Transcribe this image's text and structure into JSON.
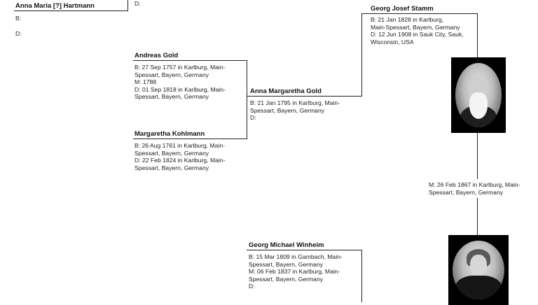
{
  "people": {
    "anna_maria": {
      "name": "Anna Maria [?] Hartmann",
      "birth": "B:",
      "death": "D:"
    },
    "top_partial": {
      "death": "D:"
    },
    "andreas": {
      "name": "Andreas Gold",
      "details": "B: 27 Sep 1757 in Karlburg, Main-\nSpessart, Bayern, Germany\nM: 1788\nD: 01 Sep 1818 in Karlburg, Main-\nSpessart, Bayern, Germany"
    },
    "margaretha": {
      "name": "Margaretha Kohlmann",
      "details": "B: 26 Aug 1761 in Karlburg, Main-\nSpessart, Bayern, Germany\nD: 22 Feb 1824 in Karlburg, Main-\nSpessart, Bayern, Germany"
    },
    "anna_margaretha": {
      "name": "Anna Margaretha Gold",
      "details": "B: 21 Jan 1795 in Karlburg, Main-\nSpessart, Bayern, Germany\nD:"
    },
    "georg_josef": {
      "name": "Georg Josef Stamm",
      "details": "B: 21 Jan 1828 in Karlburg,\nMain-Spessart, Bayern, Germany\nD: 12 Jun 1908 in Sauk City, Sauk,\nWisconsin, USA"
    },
    "georg_michael": {
      "name": "Georg Michael Winheim",
      "details": "B: 15 Mar 1809 in Gambach, Main-\nSpessart, Bayern, Germany\nM: 06 Feb 1837 in Karlburg, Main-\nSpessart, Bayern, Germany\nD:"
    }
  },
  "marriage": {
    "text": "M: 26 Feb 1867 in Karlburg, Main-\nSpessart, Bayern, Germany"
  }
}
